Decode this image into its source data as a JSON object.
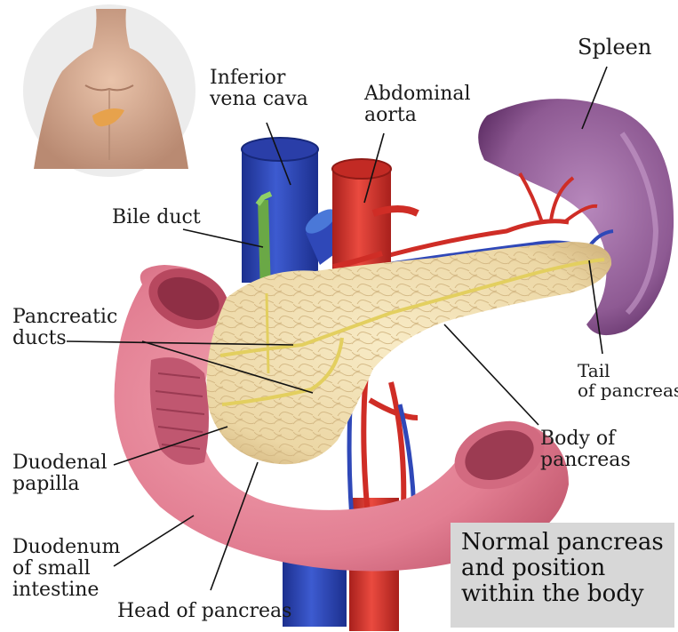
{
  "labels": {
    "spleen": "Spleen",
    "inferior_vena_cava": "Inferior\nvena cava",
    "abdominal_aorta": "Abdominal\naorta",
    "bile_duct": "Bile duct",
    "pancreatic_ducts": "Pancreatic\nducts",
    "tail_of_pancreas": "Tail\nof pancreas",
    "body_of_pancreas": "Body of\npancreas",
    "duodenal_papilla": "Duodenal\npapilla",
    "duodenum": "Duodenum\nof small\nintestine",
    "head_of_pancreas": "Head of pancreas"
  },
  "title": "Normal pancreas\nand position\nwithin the body",
  "colors": {
    "pancreas": "#eedcae",
    "duodenum": "#e57f93",
    "spleen": "#8e5a93",
    "vena_cava": "#2f48b8",
    "aorta": "#d8332e",
    "bile_duct": "#7fbf55",
    "duct": "#e7d66a",
    "skin": "#d7a98e",
    "title_bg": "#d7d7d7"
  }
}
